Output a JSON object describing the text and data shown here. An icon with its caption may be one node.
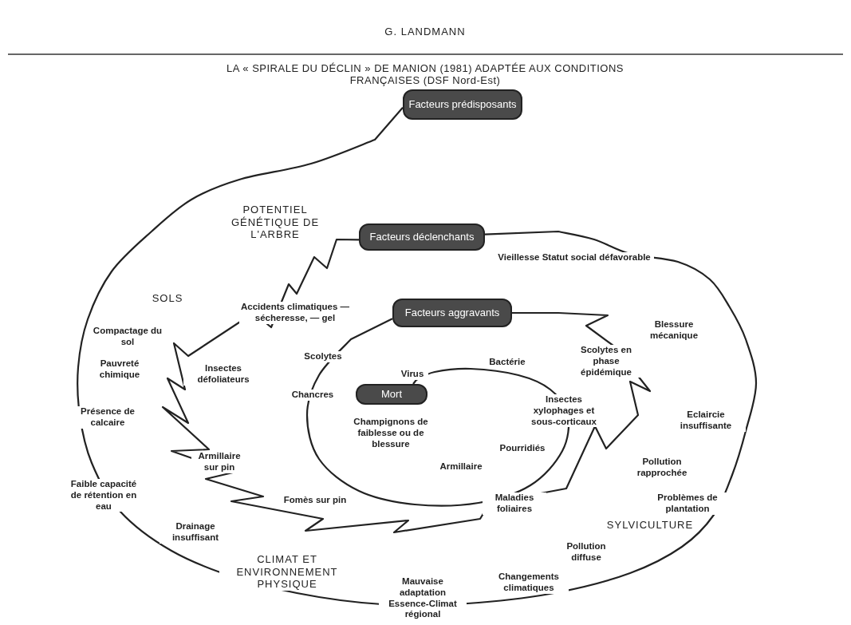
{
  "diagram": {
    "title": "LA « SPIRALE DU DÉCLIN » DE MANION (1981) ADAPTÉE AUX CONDITIONS FRANÇAISES (DSF Nord-Est)",
    "nodes": [
      {
        "text": [
          "Facteurs prédisposants"
        ]
      },
      {
        "text": [
          "Facteurs déclenchants"
        ]
      },
      {
        "text": [
          "Facteurs aggravants"
        ]
      },
      {
        "text": [
          "Mort"
        ]
      }
    ],
    "edges": [
      {
        "from": 0,
        "to": 1,
        "arrow": "none"
      },
      {
        "from": 1,
        "to": 2,
        "arrow": "none"
      },
      {
        "from": 2,
        "to": 3,
        "arrow": "none"
      }
    ],
    "labels": [
      "G. LANDMANN",
      "POTENTIEL GÉNÉTIQUE DE L'ARBRE",
      "Vieillesse Statut social défavorable",
      "SOLS",
      "Accidents climatiques — sécheresse, — gel",
      "Compactage du sol",
      "Blessure mécanique",
      "Scolytes",
      "Pauvreté chimique",
      "Insectes défoliateurs",
      "Scolytes en phase épidémique",
      "Bactérie",
      "Virus",
      "Chancres",
      "Insectes xylophages et sous-corticaux",
      "Présence de calcaire",
      "Eclaircie insuffisante",
      "Champignons de faiblesse ou de blessure",
      "Pourridiés",
      "Armillaire sur pin",
      "Pollution rapprochée",
      "Armillaire",
      "Faible capacité de rétention en eau",
      "Problèmes de plantation",
      "Fomès sur pin",
      "Maladies foliaires",
      "Drainage insuffisant",
      "SYLVICULTURE",
      "Pollution diffuse",
      "CLIMAT ET ENVIRONNEMENT PHYSIQUE",
      "Mauvaise adaptation Essence-Climat régional",
      "Changements climatiques"
    ]
  }
}
